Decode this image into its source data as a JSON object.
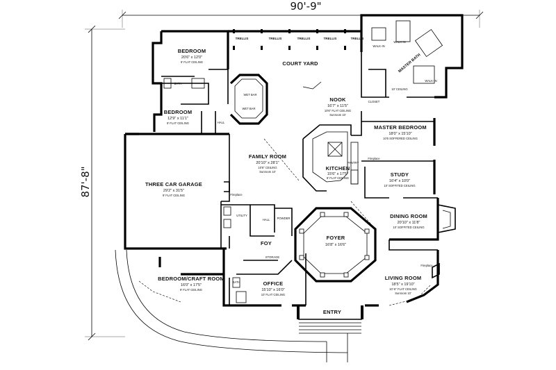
{
  "dimensions": {
    "width_label": "90'-9\"",
    "depth_label": "87'-8\""
  },
  "trellis_labels": [
    "TRELLIS",
    "TRELLIS",
    "TRELLIS",
    "TRELLIS",
    "TRELLIS"
  ],
  "rooms": {
    "bedroom_1": {
      "name": "BEDROOM",
      "dim": "20'6\" x 12'0\"",
      "note": "9' FLAT CEILING"
    },
    "bedroom_2": {
      "name": "BEDROOM",
      "dim": "12'9\" x 11'1\"",
      "note": "9' FLAT CEILING"
    },
    "court_yard": {
      "name": "COURT YARD"
    },
    "nook": {
      "name": "NOOK",
      "dim": "16'7\" x 11'5\"",
      "note": "10'6\" FLAT CEILING",
      "note2": "Sunroom 10'"
    },
    "family_room": {
      "name": "FAMILY ROOM",
      "dim": "20'10\" x 28'1\"",
      "note": "10'6\" CEILING",
      "note2": "Sunroom 10'"
    },
    "kitchen": {
      "name": "KITCHEN",
      "dim": "15'6\" x 17'5\"",
      "note": "9' FLAT CEILING"
    },
    "master_bedroom": {
      "name": "MASTER BEDROOM",
      "dim": "18'0\" x 15'10\"",
      "note": "10'6 SOFFERED CEILING"
    },
    "master_bath": {
      "name": "MASTER BATH"
    },
    "study": {
      "name": "STUDY",
      "dim": "16'4\" x 10'0\"",
      "note": "10' SOFFITED CEILING"
    },
    "three_car_garage": {
      "name": "THREE CAR GARAGE",
      "dim": "29'2\" x 31'5\"",
      "note": "9' FLAT CEILING"
    },
    "dining_room": {
      "name": "DINING ROOM",
      "dim": "20'10\" x 11'8\"",
      "note": "10' SOFFITED CEILING"
    },
    "foyer": {
      "name": "FOYER",
      "dim": "16'8\" x 16'6\""
    },
    "foy": {
      "name": "FOY"
    },
    "bedroom_craft": {
      "name": "BEDROOM/CRAFT ROOM",
      "dim": "16'0\" x 17'5\"",
      "note": "9' FLAT CEILING"
    },
    "office": {
      "name": "OFFICE",
      "dim": "15'10\" x 16'0\"",
      "note": "10' FLAT CEILING"
    },
    "living_room": {
      "name": "LIVING ROOM",
      "dim": "18'5\" x 19'10\"",
      "note": "10'-6\" FLAT CEILING",
      "note2": "Sunroom 10'"
    },
    "entry": {
      "name": "ENTRY"
    }
  },
  "small_labels": {
    "wet_bar_1": "WET BAR",
    "wet_bar_2": "WET BAR",
    "bath_1": "BATH",
    "bath_2": "BATH",
    "closet": "CLOSET",
    "hall_1": "HALL",
    "hall_2": "HALL",
    "utility": "UTILITY",
    "powder": "POWDER",
    "pantry": "PANTRY",
    "walk_in_1": "WALK-IN",
    "walk_in_2": "WALK-IN",
    "walk_in_3": "WALK-IN",
    "fireplace_1": "Fireplace",
    "fireplace_2": "Fireplace",
    "fireplace_3": "Fireplace",
    "storage": "STORAGE",
    "ceiling_1": "10' CEILING"
  }
}
